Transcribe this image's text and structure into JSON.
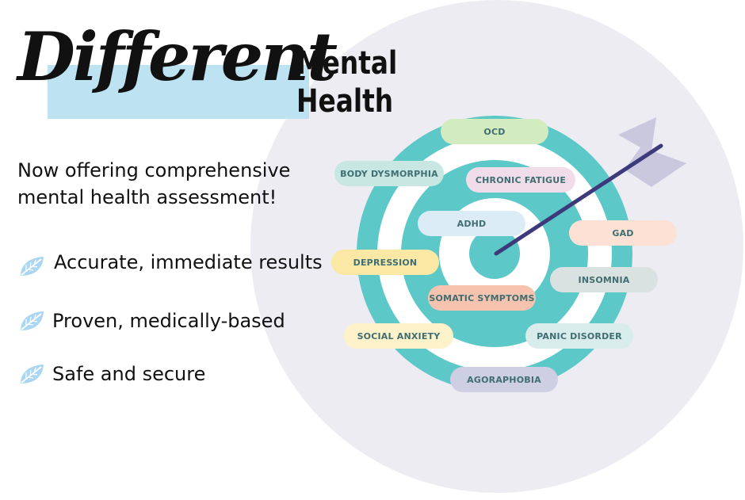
{
  "colors": {
    "background_disc": "#ececf2",
    "target_teal": "#5cc8c8",
    "target_white": "#ffffff",
    "arrow_shaft": "#3d3a7c",
    "arrow_fletching": "#c9c8de",
    "logo_band": "#bde3f2",
    "leaf_icon": "#a9d7f2",
    "pill_text": "#3f6e72"
  },
  "logo": {
    "script_word": "Different",
    "word_mental": "Mental",
    "word_health": "Health"
  },
  "tagline": {
    "line1": "Now offering comprehensive",
    "line2": "mental health assessment!"
  },
  "benefits": [
    {
      "icon": "leaf-icon",
      "text": "Accurate, immediate results"
    },
    {
      "icon": "leaf-icon",
      "text": "Proven, medically-based"
    },
    {
      "icon": "leaf-icon",
      "text": "Safe and secure"
    }
  ],
  "conditions": [
    {
      "label": "OCD",
      "color": "#d3ecbf"
    },
    {
      "label": "BODY DYSMORPHIA",
      "color": "#c8e7e2"
    },
    {
      "label": "CHRONIC FATIGUE",
      "color": "#f1dde9"
    },
    {
      "label": "ADHD",
      "color": "#dcecf6"
    },
    {
      "label": "GAD",
      "color": "#fde1d5"
    },
    {
      "label": "DEPRESSION",
      "color": "#fbe8a4"
    },
    {
      "label": "INSOMNIA",
      "color": "#d9e2e0"
    },
    {
      "label": "SOMATIC SYMPTOMS",
      "color": "#f6c3ae"
    },
    {
      "label": "SOCIAL ANXIETY",
      "color": "#fdf2c9"
    },
    {
      "label": "PANIC DISORDER",
      "color": "#d8ecec"
    },
    {
      "label": "AGORAPHOBIA",
      "color": "#cfcfe3"
    }
  ]
}
